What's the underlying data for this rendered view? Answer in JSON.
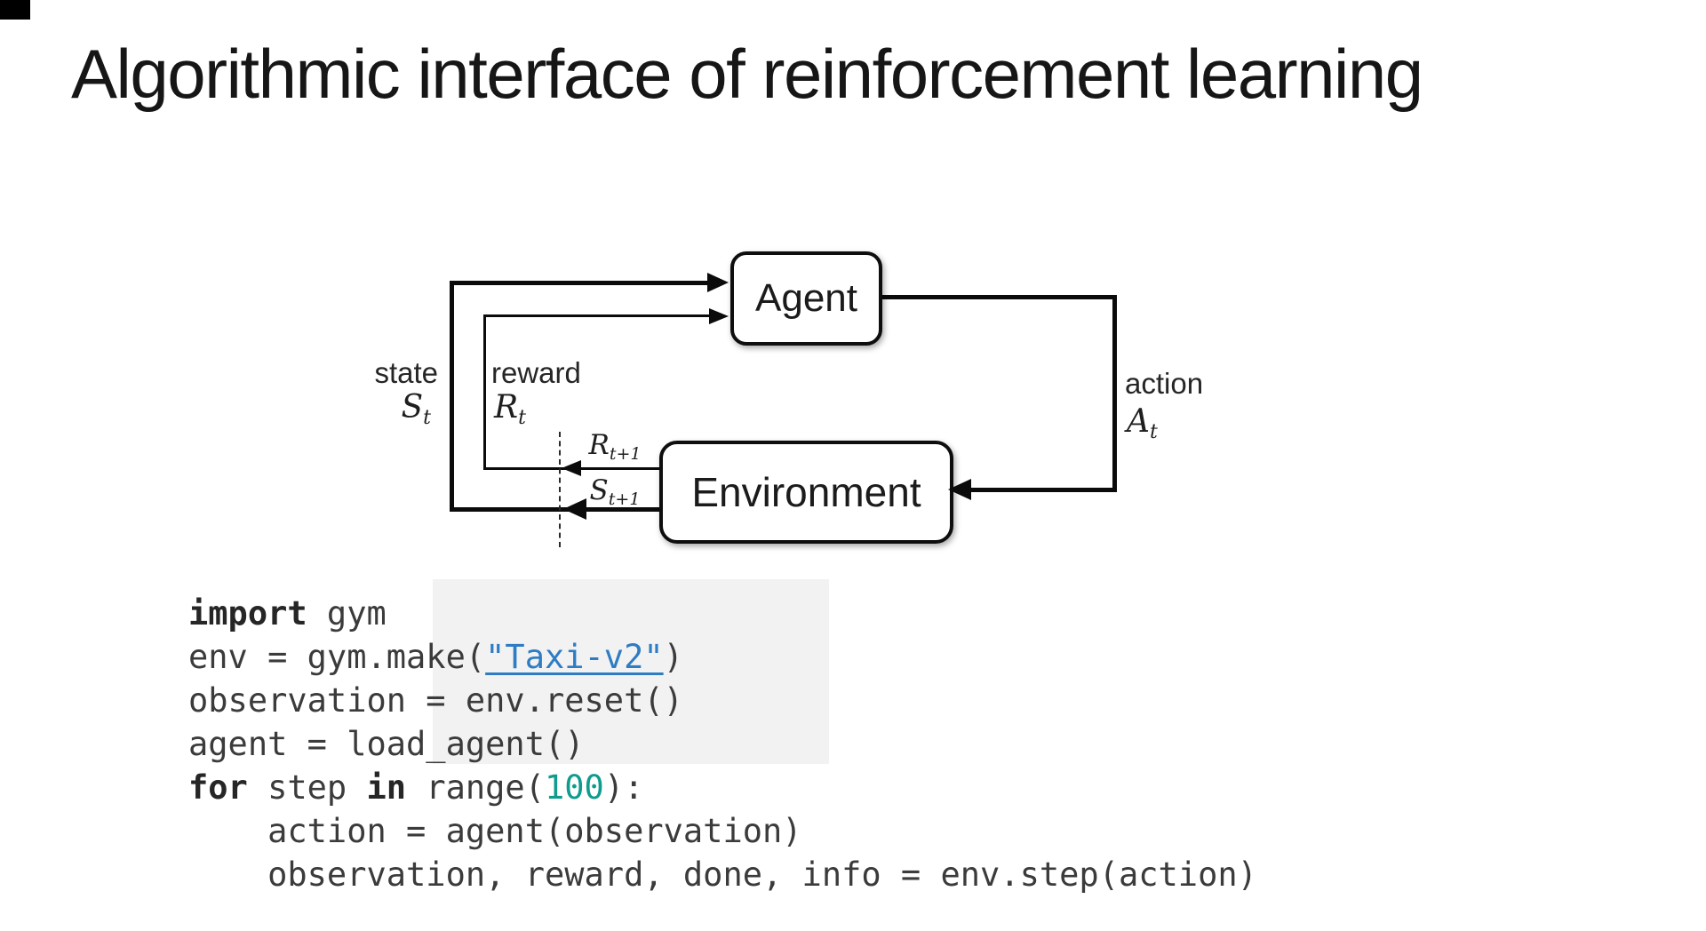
{
  "slide": {
    "title": "Algorithmic interface of reinforcement learning"
  },
  "diagram": {
    "agent_label": "Agent",
    "environment_label": "Environment",
    "state_label": "state",
    "state_var": "S",
    "state_sub": "t",
    "reward_label": "reward",
    "reward_var": "R",
    "reward_sub": "t",
    "action_label": "action",
    "action_var": "A",
    "action_sub": "t",
    "next_reward_var": "R",
    "next_reward_sub": "t+1",
    "next_state_var": "S",
    "next_state_sub": "t+1"
  },
  "code": {
    "lines": [
      {
        "segments": [
          {
            "text": "import",
            "style": "kw"
          },
          {
            "text": " gym",
            "style": "plain"
          }
        ]
      },
      {
        "segments": [
          {
            "text": "env = gym.make(",
            "style": "plain"
          },
          {
            "text": "\"Taxi-v2\"",
            "style": "link"
          },
          {
            "text": ")",
            "style": "plain"
          }
        ]
      },
      {
        "segments": [
          {
            "text": "observation = env.reset()",
            "style": "plain"
          }
        ]
      },
      {
        "segments": [
          {
            "text": "agent = load_agent()",
            "style": "plain"
          }
        ]
      },
      {
        "segments": [
          {
            "text": "for",
            "style": "kw"
          },
          {
            "text": " step ",
            "style": "plain"
          },
          {
            "text": "in",
            "style": "kw"
          },
          {
            "text": " range(",
            "style": "plain"
          },
          {
            "text": "100",
            "style": "num"
          },
          {
            "text": "):",
            "style": "plain"
          }
        ]
      },
      {
        "segments": [
          {
            "text": "    action = agent(observation)",
            "style": "plain"
          }
        ]
      },
      {
        "segments": [
          {
            "text": "    observation, reward, done, info = env.step(action)",
            "style": "plain"
          }
        ]
      }
    ],
    "colors": {
      "plain": "#3b3b3b",
      "kw": "#262626",
      "num": "#0f9b8e",
      "link": "#2e7cc4"
    }
  },
  "colors": {
    "diagram_line": "#0b0b0b"
  }
}
